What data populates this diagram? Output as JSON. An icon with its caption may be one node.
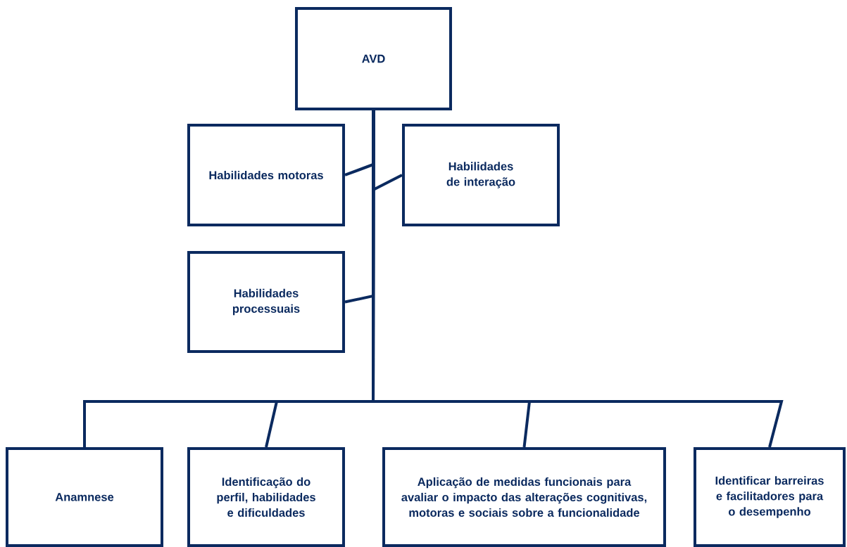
{
  "diagram": {
    "nodes": [
      {
        "text": [
          "AVD"
        ]
      },
      {
        "text": [
          "Habilidades motoras"
        ]
      },
      {
        "text": [
          "Habilidades de interação"
        ]
      },
      {
        "text": [
          "Habilidades processuais"
        ]
      },
      {
        "text": [
          "Anamnese"
        ]
      },
      {
        "text": [
          "Identificação do perfil, habilidades e dificuldades"
        ]
      },
      {
        "text": [
          "Aplicação de medidas funcionais para avaliar o impacto das alterações cognitivas, motoras e sociais sobre a funcionalidade"
        ]
      },
      {
        "text": [
          "Identificar barreiras e facilitadores para o desempenho"
        ]
      }
    ],
    "edges": [
      {
        "from": 0,
        "to": 1,
        "arrow": "none"
      },
      {
        "from": 0,
        "to": 2,
        "arrow": "none"
      },
      {
        "from": 0,
        "to": 3,
        "arrow": "none"
      },
      {
        "from": 0,
        "to": 4,
        "arrow": "none"
      },
      {
        "from": 0,
        "to": 5,
        "arrow": "none"
      },
      {
        "from": 0,
        "to": 6,
        "arrow": "none"
      },
      {
        "from": 0,
        "to": 7,
        "arrow": "none"
      }
    ]
  }
}
